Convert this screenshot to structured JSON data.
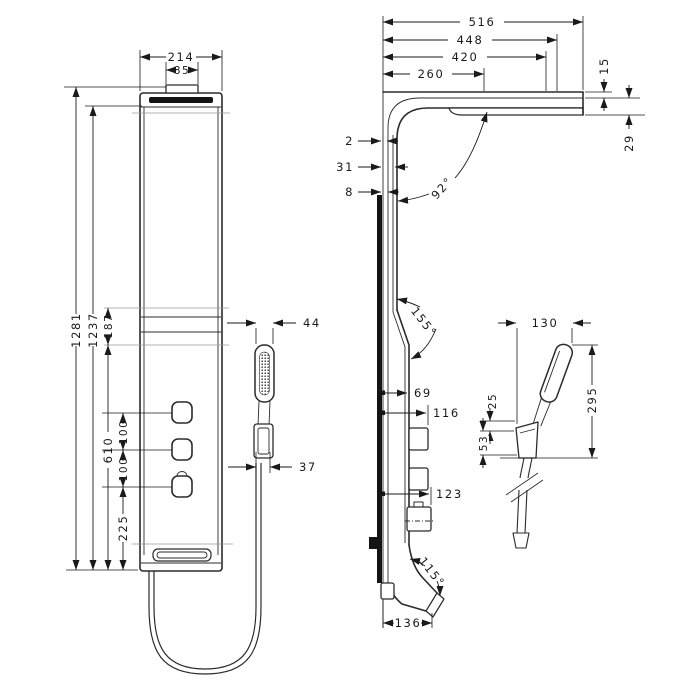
{
  "drawing": {
    "kind": "shower-panel-technical-dimension-drawing",
    "front_view": {
      "dim_width": "214",
      "dim_head_width": "85",
      "dim_total_height": "1281",
      "dim_height_1237": "1237",
      "dim_187": "187",
      "dim_610": "610",
      "dim_100_upper": "100",
      "dim_100_lower": "100",
      "dim_225": "225",
      "dim_handshower_44": "44",
      "dim_holder_37": "37"
    },
    "side_view": {
      "dim_516": "516",
      "dim_448": "448",
      "dim_420": "420",
      "dim_260": "260",
      "dim_15": "15",
      "dim_29": "29",
      "dim_2": "2",
      "dim_31": "31",
      "dim_8": "8",
      "angle_92": "92°",
      "angle_155": "155°",
      "dim_69": "69",
      "dim_116": "116",
      "dim_123": "123",
      "angle_115": "115°",
      "dim_136": "136"
    },
    "handshower_detail": {
      "dim_130": "130",
      "dim_295": "295",
      "dim_25": "25",
      "dim_53": "53"
    },
    "colors": {
      "line": "#2b2b2b",
      "dim_line": "#1a1a1a",
      "faint": "#9a9a9a",
      "fill": "#ffffff"
    }
  }
}
